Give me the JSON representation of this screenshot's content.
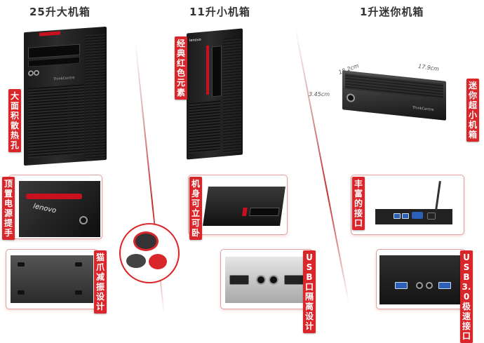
{
  "columns": [
    {
      "title": "25升大机箱"
    },
    {
      "title": "11升小机箱"
    },
    {
      "title": "1升迷你机箱"
    }
  ],
  "tags": {
    "heat": "大面积散热孔",
    "handle": "顶置电源提手",
    "feet": "猫爪减振设计",
    "classic": "经典红色元素",
    "stand": "机身可立可卧",
    "usb_front": "USB口隔离设计",
    "mini": "迷你超小机箱",
    "rich": "丰富的接口",
    "usb3": "USB 3.0极速接口"
  },
  "dimensions": {
    "depth": "18.2cm",
    "width": "17.9cm",
    "height": "3.45cm"
  },
  "brand": {
    "lenovo": "lenovo",
    "model": "ThinkCentre"
  },
  "colors": {
    "accent": "#d9262b",
    "case": "#1a1a1a"
  }
}
